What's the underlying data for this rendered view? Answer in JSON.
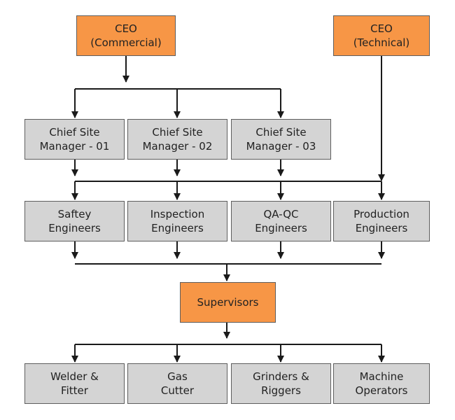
{
  "colors": {
    "executive_fill": "#f79646",
    "staff_fill": "#d4d4d4",
    "box_border": "#5e5e5e",
    "connector": "#1a1a1a",
    "text": "#222222"
  },
  "executives": {
    "commercial": {
      "line1": "CEO",
      "line2": "(Commercial)"
    },
    "technical": {
      "line1": "CEO",
      "line2": "(Technical)"
    }
  },
  "site_managers": [
    {
      "line1": "Chief Site",
      "line2": "Manager - 01"
    },
    {
      "line1": "Chief Site",
      "line2": "Manager - 02"
    },
    {
      "line1": "Chief Site",
      "line2": "Manager - 03"
    }
  ],
  "engineers": [
    {
      "line1": "Saftey",
      "line2": "Engineers"
    },
    {
      "line1": "Inspection",
      "line2": "Engineers"
    },
    {
      "line1": "QA-QC",
      "line2": "Engineers"
    },
    {
      "line1": "Production",
      "line2": "Engineers"
    }
  ],
  "supervisors": {
    "label": "Supervisors"
  },
  "workers": [
    {
      "line1": "Welder &",
      "line2": "Fitter"
    },
    {
      "line1": "Gas",
      "line2": "Cutter"
    },
    {
      "line1": "Grinders &",
      "line2": "Riggers"
    },
    {
      "line1": "Machine",
      "line2": "Operators"
    }
  ]
}
